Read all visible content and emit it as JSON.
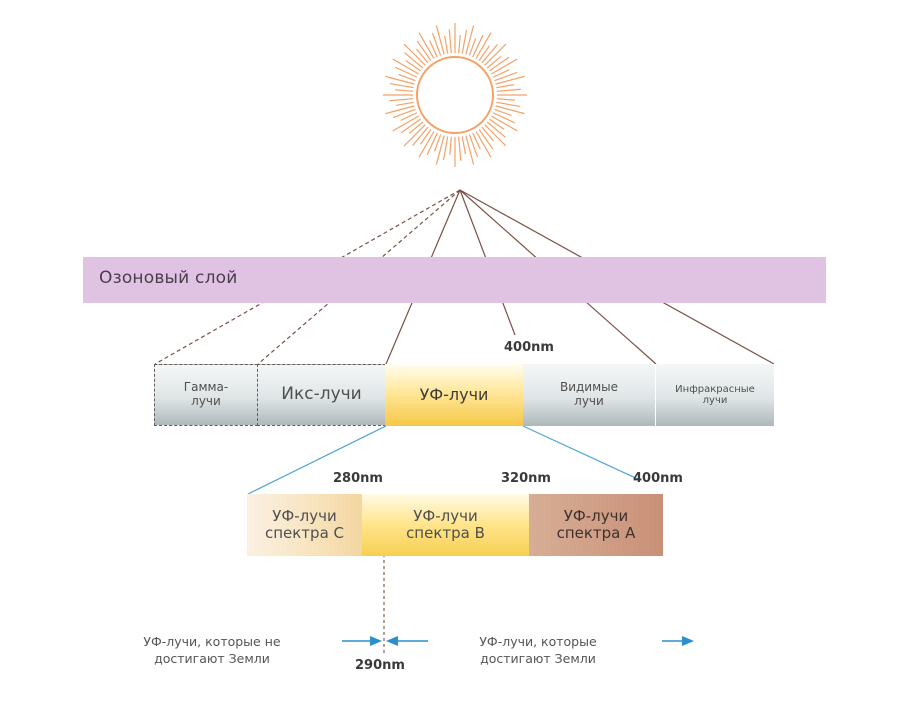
{
  "ozone_layer": {
    "label": "Озоновый слой"
  },
  "spectrum": {
    "gamma": "Гамма-\nлучи",
    "xray": "Икс-лучи",
    "uv": "УФ-лучи",
    "visible": "Видимые\nлучи",
    "infrared": "Инфракрасные\nлучи"
  },
  "uv_bands": {
    "c": "УФ-лучи\nспектра C",
    "b": "УФ-лучи\nспектра B",
    "a": "УФ-лучи\nспектра A"
  },
  "wavelengths": {
    "top_400": "400nm",
    "nm_280": "280nm",
    "nm_320": "320nm",
    "bottom_400": "400nm",
    "nm_290": "290nm"
  },
  "notes": {
    "not_reaching": "УФ-лучи, которые не\nдостигают Земли",
    "reaching": "УФ-лучи, которые\nдостигают Земли"
  },
  "colors": {
    "ozone": "#e0c3e2",
    "sun": "#f4a268",
    "arrow": "#2a8fcc",
    "ray_line": "#7a5045"
  }
}
